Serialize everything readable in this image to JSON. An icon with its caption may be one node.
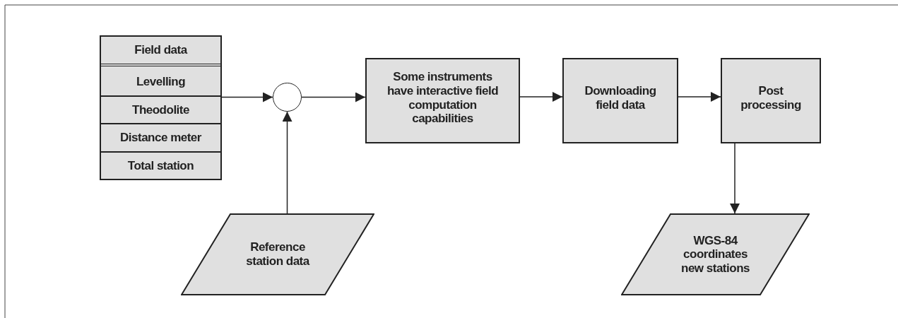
{
  "diagram": {
    "nodes": [
      {
        "text": [
          "Field data"
        ]
      },
      {
        "text": [
          "Levelling"
        ],
        "in": 0
      },
      {
        "text": [
          "Theodolite"
        ],
        "in": 0
      },
      {
        "text": [
          "Distance meter"
        ],
        "in": 0
      },
      {
        "text": [
          "Total station"
        ],
        "in": 0
      },
      {
        "text": [],
        "shape": "circle"
      },
      {
        "text": [
          "Some instruments have interactive field computation capabilities"
        ]
      },
      {
        "text": [
          "Downloading field data"
        ]
      },
      {
        "text": [
          "Post processing"
        ]
      },
      {
        "text": [
          "Reference station data"
        ]
      },
      {
        "text": [
          "WGS-84 coordinates new stations"
        ]
      }
    ],
    "edges": [
      {
        "from": 0,
        "to": 5,
        "arrow": "to"
      },
      {
        "from": 5,
        "to": 6,
        "arrow": "to"
      },
      {
        "from": 6,
        "to": 7,
        "arrow": "to"
      },
      {
        "from": 7,
        "to": 8,
        "arrow": "to"
      },
      {
        "from": 9,
        "to": 5,
        "arrow": "to"
      },
      {
        "from": 8,
        "to": 10,
        "arrow": "to"
      }
    ]
  }
}
